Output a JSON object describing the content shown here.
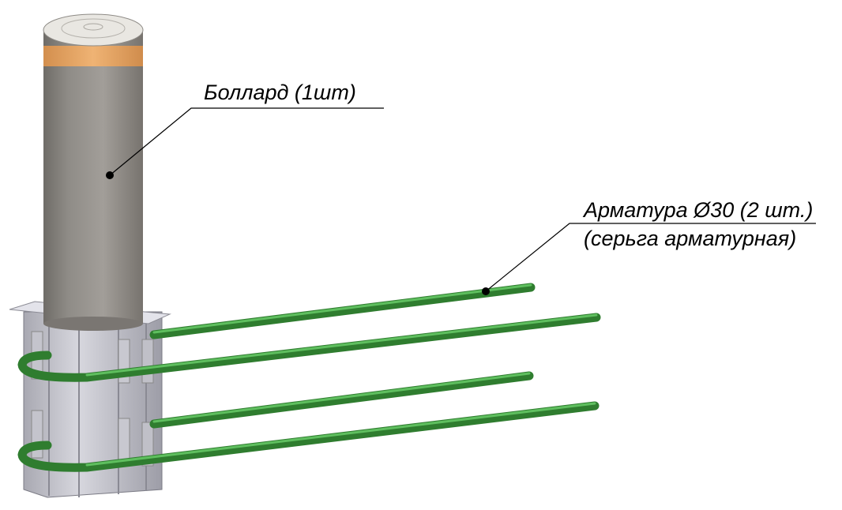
{
  "labels": {
    "bollard": "Боллард (1шт)",
    "rebar": "Арматура Ø30 (2 шт.)",
    "rebar_sub": "(серьга арматурная)"
  },
  "colors": {
    "bollard_body": "#8a8782",
    "bollard_band": "#e0a060",
    "bollard_cap": "#e9e7e2",
    "base_plate": "#d8d8de",
    "rebar": "#2f8a2f",
    "leader": "#000000"
  }
}
